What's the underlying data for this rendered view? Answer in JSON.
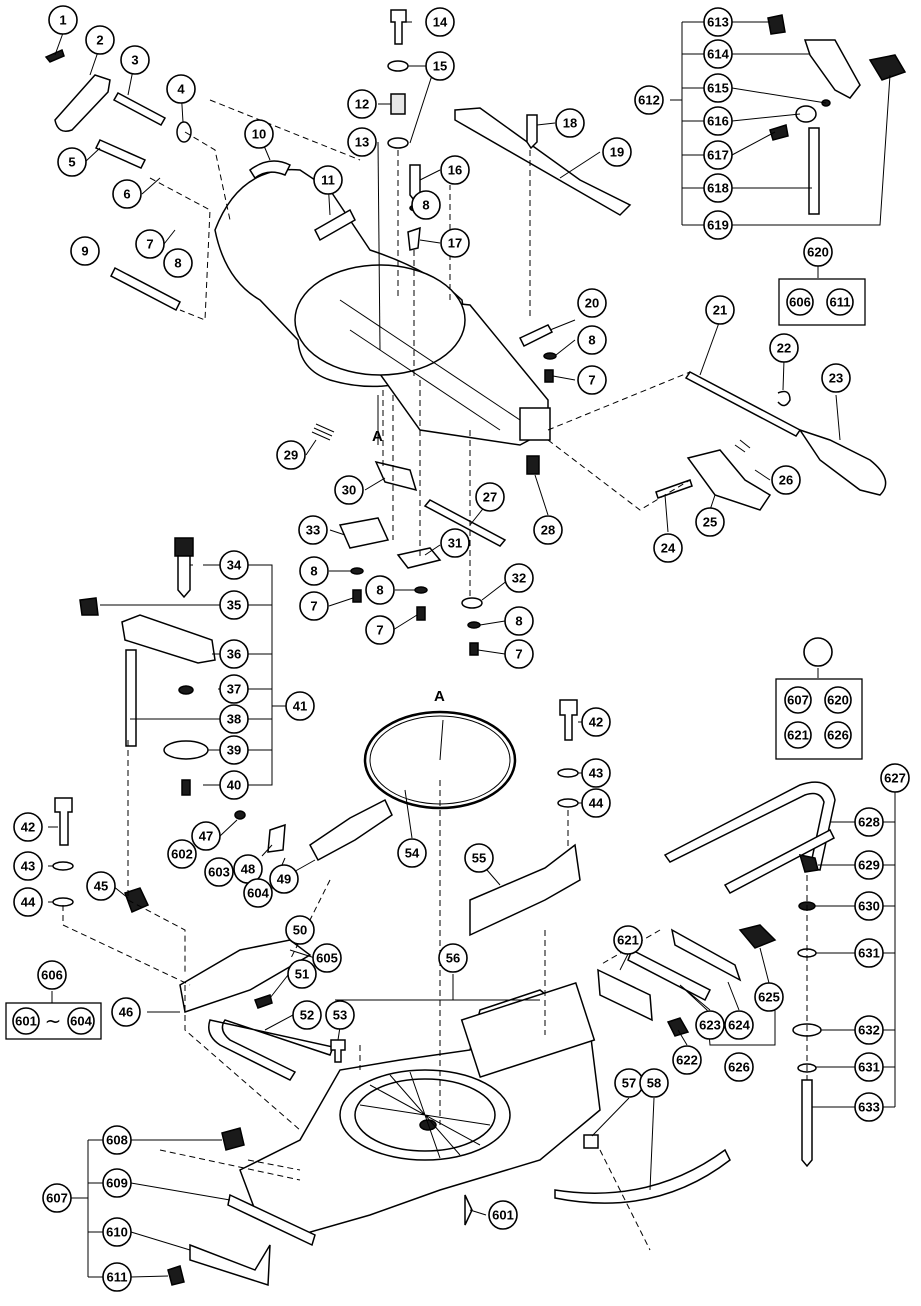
{
  "section_marker": "A",
  "callouts": [
    "1",
    "2",
    "3",
    "4",
    "5",
    "6",
    "7",
    "8",
    "9",
    "10",
    "11",
    "12",
    "13",
    "14",
    "15",
    "16",
    "17",
    "18",
    "19",
    "20",
    "21",
    "22",
    "23",
    "24",
    "25",
    "26",
    "27",
    "28",
    "29",
    "30",
    "31",
    "32",
    "33",
    "34",
    "35",
    "36",
    "37",
    "38",
    "39",
    "40",
    "41",
    "42",
    "43",
    "44",
    "45",
    "46",
    "47",
    "48",
    "49",
    "50",
    "51",
    "52",
    "53",
    "54",
    "55",
    "56",
    "57",
    "58",
    "601",
    "602",
    "603",
    "604",
    "605",
    "606",
    "607",
    "608",
    "609",
    "610",
    "611",
    "612",
    "613",
    "614",
    "615",
    "616",
    "617",
    "618",
    "619",
    "620",
    "621",
    "622",
    "623",
    "624",
    "625",
    "626",
    "627",
    "628",
    "629",
    "630",
    "631",
    "632",
    "633"
  ],
  "kit_619": [
    "606",
    "611"
  ],
  "kit_633": [
    "607",
    "620",
    "621",
    "626"
  ],
  "kit_605": {
    "from": "601",
    "tilde": "~",
    "to": "604"
  }
}
